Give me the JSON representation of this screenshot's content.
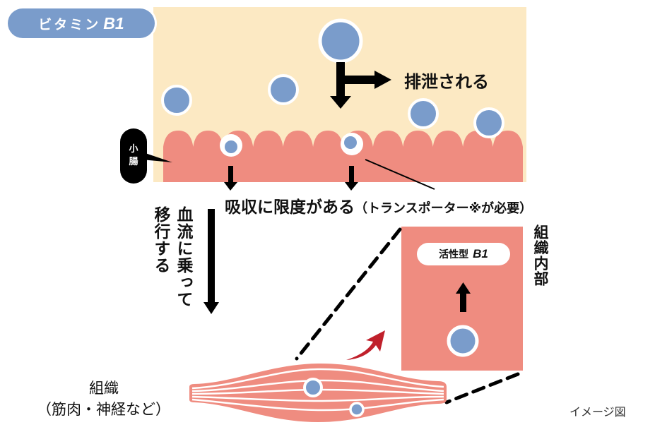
{
  "title_badge": {
    "text": "ビタミン",
    "suffix": "B1"
  },
  "labels": {
    "small_intestine": [
      "小",
      "腸"
    ],
    "excreted": "排泄される",
    "absorption_limit": "吸収に限度がある",
    "absorption_note": "（トランスポーター※が必要）",
    "bloodstream": "血流に乗って",
    "migrate": "移行する",
    "tissue_interior": "組織内部",
    "active_form": {
      "text": "活性型",
      "suffix": "B1"
    },
    "tissue": "組織",
    "tissue_examples": "（筋肉・神経など）",
    "caption": "イメージ図"
  },
  "colors": {
    "lumen": "#fce9c3",
    "tissue": "#ef8c80",
    "vitamin": "#7a9ccb",
    "badge": "#7a9ccb",
    "arrow": "#000000",
    "red_arrow": "#c0202b"
  }
}
